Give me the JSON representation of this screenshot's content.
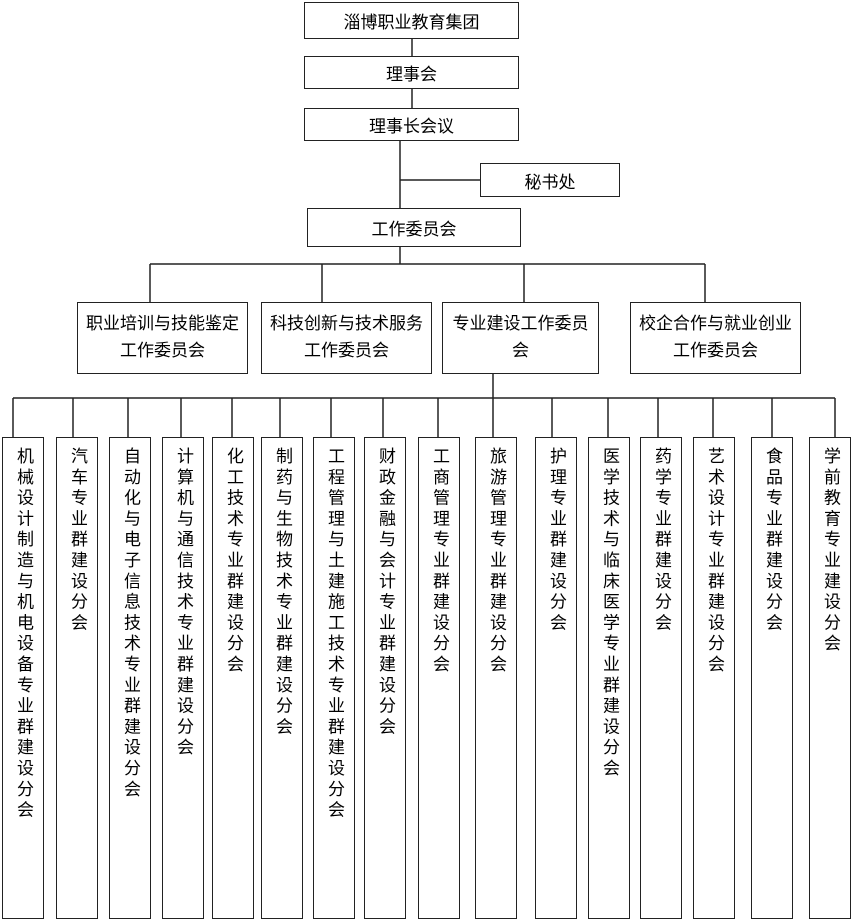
{
  "root": "淄博职业教育集团",
  "board": "理事会",
  "chairman_meeting": "理事长会议",
  "secretariat": "秘书处",
  "work_committee": "工作委员会",
  "committees": [
    "职业培训与技能鉴定工作委员会",
    "科技创新与技术服务工作委员会",
    "专业建设工作委员会",
    "校企合作与就业创业工作委员会"
  ],
  "subcommittees": [
    "机械设计制造与机电设备专业群建设分会",
    "汽车专业群建设分会",
    "自动化与电子信息技术专业群建设分会",
    "计算机与通信技术专业群建设分会",
    "化工技术专业群建设分会",
    "制药与生物技术专业群建设分会",
    "工程管理与土建施工技术专业群建设分会",
    "财政金融与会计专业群建设分会",
    "工商管理专业群建设分会",
    "旅游管理专业群建设分会",
    "护理专业群建设分会",
    "医学技术与临床医学专业群建设分会",
    "药学专业群建设分会",
    "艺术设计专业群建设分会",
    "食品专业群建设分会",
    "学前教育专业建设分会"
  ]
}
